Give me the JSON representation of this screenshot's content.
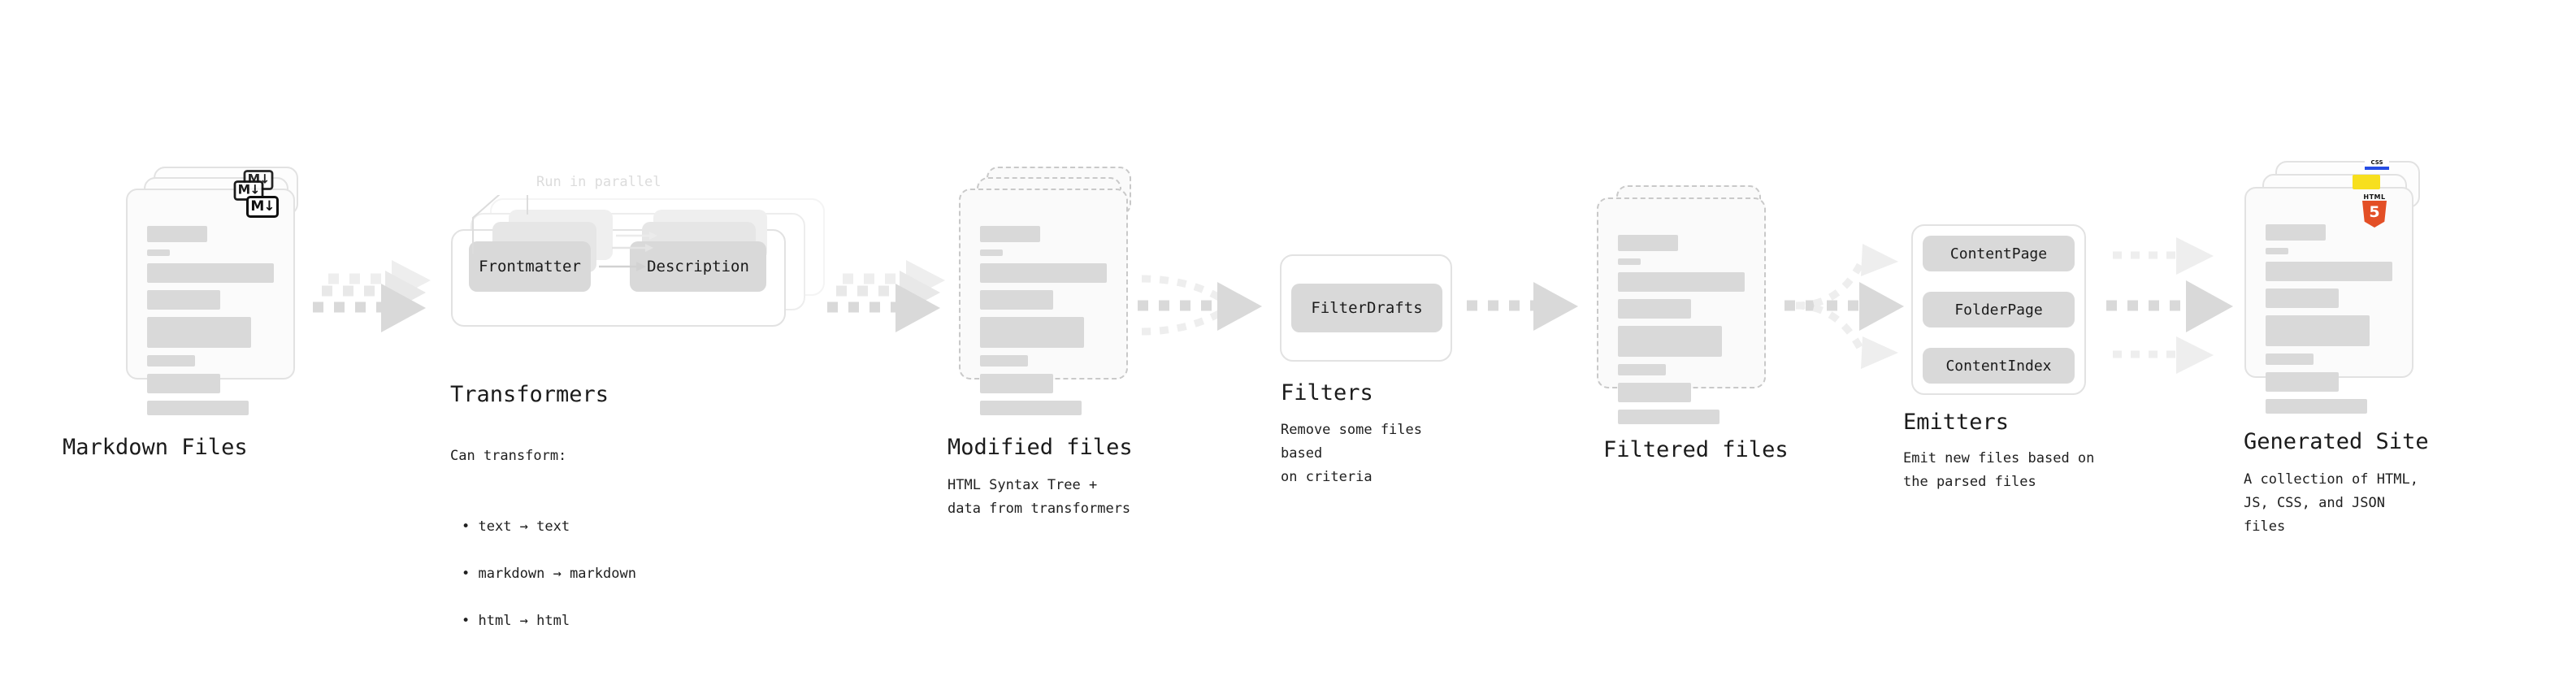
{
  "diagram": {
    "background": "#ffffff",
    "accent_gray": "#d9d9d9",
    "border_gray": "#e2e2e2"
  },
  "stages": [
    {
      "id": "markdown-files",
      "title": "Markdown Files",
      "caption": "",
      "icon": "markdown-icon",
      "icon_label": "M↓",
      "card_style": "solid",
      "stack_count": 3
    },
    {
      "id": "transformers",
      "title": "Transformers",
      "caption_lead": "Can transform:",
      "caption_items": [
        "text → text",
        "markdown → markdown",
        "html → html"
      ],
      "note": "Run in parallel",
      "pills": [
        "Frontmatter",
        "Description"
      ],
      "stack_count": 3
    },
    {
      "id": "modified-files",
      "title": "Modified files",
      "caption": "HTML Syntax Tree +\ndata from transformers",
      "card_style": "dashed",
      "stack_count": 3
    },
    {
      "id": "filters",
      "title": "Filters",
      "caption": "Remove some files based\non criteria",
      "pills": [
        "FilterDrafts"
      ],
      "stack_count": 1
    },
    {
      "id": "filtered-files",
      "title": "Filtered files",
      "caption": "",
      "card_style": "dashed",
      "stack_count": 2
    },
    {
      "id": "emitters",
      "title": "Emitters",
      "caption": "Emit new files based on\nthe parsed files",
      "pills": [
        "ContentPage",
        "FolderPage",
        "ContentIndex"
      ],
      "stack_count": 1
    },
    {
      "id": "generated-site",
      "title": "Generated Site",
      "caption": "A collection of HTML,\nJS, CSS, and JSON files",
      "card_style": "solid",
      "stack_count": 3,
      "icons": [
        "html5-icon",
        "js-icon",
        "css-icon"
      ],
      "css_label": "CSS",
      "html5_label": "HTML"
    }
  ],
  "connectors": [
    {
      "id": "arrow-markdown-to-transformers",
      "kind": "parallel-3"
    },
    {
      "id": "arrow-transformers-to-modified",
      "kind": "parallel-3"
    },
    {
      "id": "arrow-modified-to-filters",
      "kind": "merge-3to1"
    },
    {
      "id": "arrow-filters-to-filtered",
      "kind": "single"
    },
    {
      "id": "arrow-filtered-to-emitters",
      "kind": "split-1to3"
    },
    {
      "id": "arrow-emitters-to-site",
      "kind": "parallel-3"
    }
  ]
}
